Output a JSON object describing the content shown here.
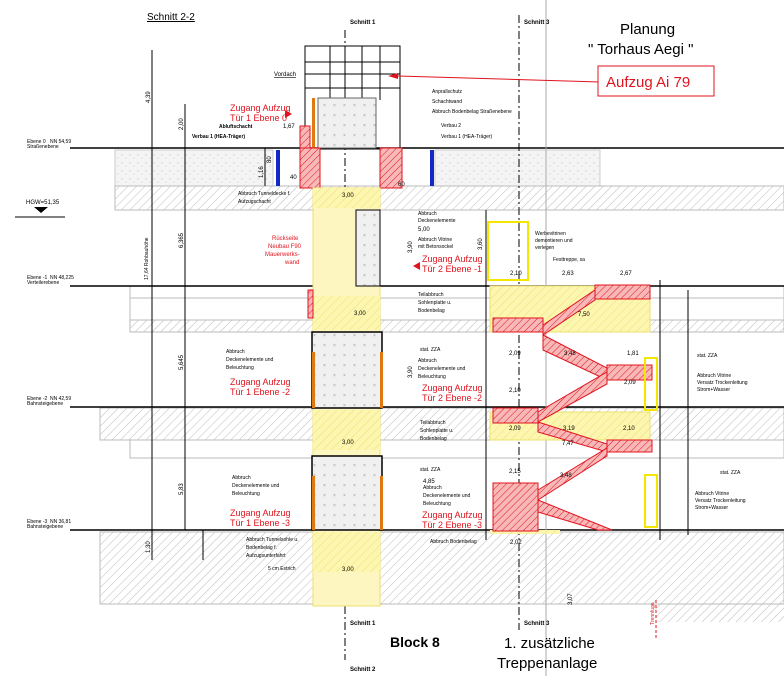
{
  "header": {
    "section_title": "Schnitt 2-2",
    "project_line1": "Planung",
    "project_line2": "\" Torhaus Aegi \"",
    "elevator_label": "Aufzug Ai 79"
  },
  "section_marks": {
    "top_1": "Schnitt 1",
    "top_3": "Schnitt 3",
    "bottom_1": "Schnitt 1",
    "bottom_3": "Schnitt 3",
    "bottom_2": "Schnitt 2"
  },
  "footer": {
    "block": "Block 8",
    "stair_line1": "1. zusätzliche",
    "stair_line2": "Treppenanlage"
  },
  "levels": [
    {
      "name": "Ebene 0",
      "nn": "NN 54,59",
      "desc": "Straßenebene"
    },
    {
      "name": "Ebene -1",
      "nn": "NN 48,225",
      "desc": "Verteilerebene"
    },
    {
      "name": "Ebene -2",
      "nn": "NN 42,59",
      "desc": "Bahnsteigebene"
    },
    {
      "name": "Ebene -3",
      "nn": "NN 36,81",
      "desc": "Bahnsteigebene"
    }
  ],
  "groundwater": "HGW=51,35",
  "access_labels": {
    "t1e0": [
      "Zugang Aufzug",
      "Tür 1 Ebene 0"
    ],
    "t2e1": [
      "Zugang Aufzug",
      "Tür 2 Ebene -1"
    ],
    "t1e2": [
      "Zugang Aufzug",
      "Tür 1 Ebene -2"
    ],
    "t2e2": [
      "Zugang Aufzug",
      "Tür 2 Ebene -2"
    ],
    "t1e3": [
      "Zugang Aufzug",
      "Tür 1 Ebene -3"
    ],
    "t2e3": [
      "Zugang Aufzug",
      "Tür 2 Ebene -3"
    ]
  },
  "red_note": [
    "Rückseite",
    "Neubau F90",
    "Mauerwerks-",
    "wand"
  ],
  "notes": {
    "vordach": "Vordach",
    "abluft": "Abluftschacht",
    "verbau1_left": "Verbau 1 (HEA-Träger)",
    "anprall": "Anprallschutz",
    "schachtwand": "Schachtwand",
    "bodenbelag_strasse": "Abbruch Bodenbelag Straßenebene",
    "verbau2": "Verbau 2",
    "verbau1_right": "Verbau 1 (HEA-Träger)",
    "tunneldecke": [
      "Abbruch Tunneldecke f.",
      "Aufzugschacht"
    ],
    "deckenelemente_top": [
      "Abbruch",
      "Deckenelemente"
    ],
    "vitrine": [
      "Abbruch Vitrine",
      "mit Betonsockel"
    ],
    "werbevitrinen": [
      "Werbevitrinen",
      "demontieren und",
      "verlegen"
    ],
    "festtreppe": "Festtreppe, sa",
    "teilabbruch1": [
      "Teilabbruch",
      "Sohlenplatte u.",
      "Bodenbelag"
    ],
    "teilabbruch2": [
      "Teilabbruch",
      "Sohlenplatte u.",
      "Bodenbelag"
    ],
    "decken_left2": [
      "Abbruch",
      "Deckenelemente und",
      "Beleuchtung"
    ],
    "decken_right2": [
      "Abbruch",
      "Deckenelemente und",
      "Beleuchtung"
    ],
    "decken_left3": [
      "Abbruch",
      "Deckenelemente und",
      "Beleuchtung"
    ],
    "decken_right3": [
      "Abbruch",
      "Deckenelemente und",
      "Beleuchtung"
    ],
    "stat_zza": "stat. ZZA",
    "vitrine_right": [
      "Abbruch Vitrine",
      "Versatz Trockenleitung",
      "Strom+Wasser"
    ],
    "vitrine_right2": [
      "Abbruch Vitrine",
      "Versatz Trockenleitung",
      "Strom+Wasser"
    ],
    "tunnelsohle": [
      "Abbruch Tunnelsohle u.",
      "Bodenbelag f.",
      "Aufzugsunterfahrt"
    ],
    "estrich": "5 cm Estrich",
    "bodenbelag": "Abbruch Bodenbelag",
    "trennfuge": "Trennfuge",
    "rohbau": "17,64 Rohbauhöhe"
  },
  "dimensions": {
    "h439": "4,39",
    "h200": "2,00",
    "h6365": "6,365",
    "h5645": "5,645",
    "h583": "5,83",
    "h130": "1,30",
    "w167": "1,67",
    "w300a": "3,00",
    "w300b": "3,00",
    "w300c": "3,00",
    "w300d": "3,00",
    "w500": "5,00",
    "h390a": "3,90",
    "h390b": "3,90",
    "h360": "3,60",
    "w210a": "2,10",
    "w263": "2,63",
    "w267": "2,67",
    "w750": "7,50",
    "w209a": "2,09",
    "w348a": "3,48",
    "w181": "1,81",
    "w209b": "2,09",
    "w210b": "2,10",
    "w209c": "2,09",
    "w319": "3,19",
    "w210c": "2,10",
    "w747": "7,47",
    "w215": "2,15",
    "w348b": "3,48",
    "w485": "4,85",
    "w202": "2,02",
    "h307": "3,07",
    "h80": "80",
    "h116": "1,16",
    "w60": "60",
    "w40": "40"
  },
  "colors": {
    "red": "#e0141e",
    "yellow": "#f4e600",
    "orange": "#e07a10",
    "blue": "#1428c8"
  }
}
